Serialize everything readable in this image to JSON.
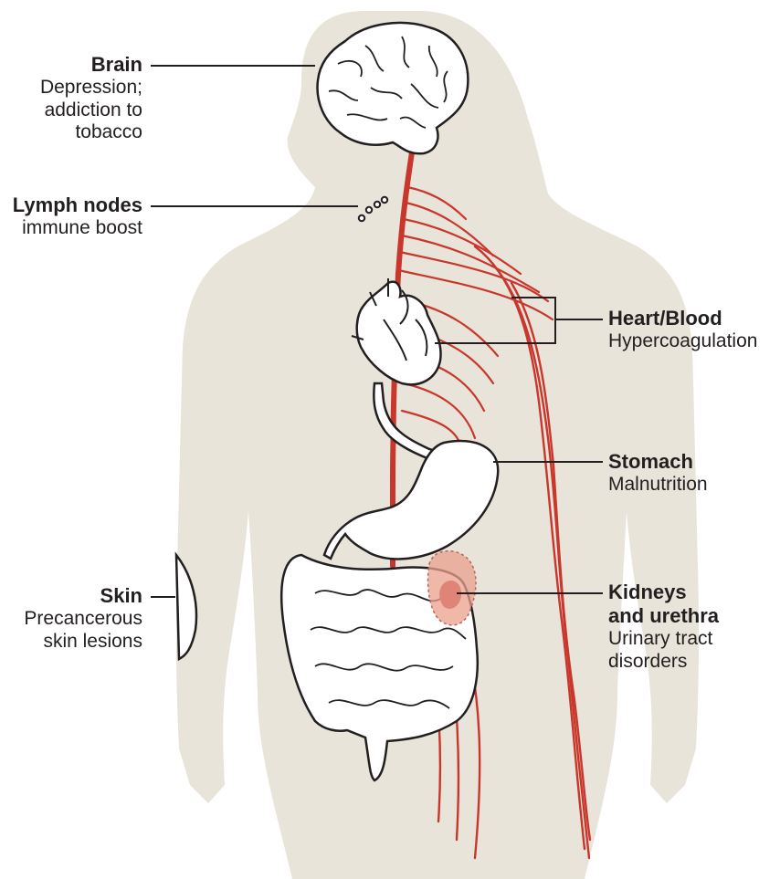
{
  "colors": {
    "body_silhouette": "#e8e4da",
    "nerves": "#c9362b",
    "organ_fill": "#ffffff",
    "organ_outline": "#231f20",
    "kidney_highlight": "#e9a08c",
    "text": "#231f20"
  },
  "labels": {
    "brain": {
      "title": "Brain",
      "desc_line1": "Depression;",
      "desc_line2": "addiction to",
      "desc_line3": "tobacco"
    },
    "lymph": {
      "title": "Lymph nodes",
      "desc_line1": "immune boost"
    },
    "skin": {
      "title": "Skin",
      "desc_line1": "Precancerous",
      "desc_line2": "skin lesions"
    },
    "heart": {
      "title": "Heart/Blood",
      "desc_line1": "Hypercoagulation"
    },
    "stomach": {
      "title": "Stomach",
      "desc_line1": "Malnutrition"
    },
    "kidneys": {
      "title_line1": "Kidneys",
      "title_line2": "and urethra",
      "desc_line1": "Urinary tract",
      "desc_line2": "disorders"
    }
  }
}
